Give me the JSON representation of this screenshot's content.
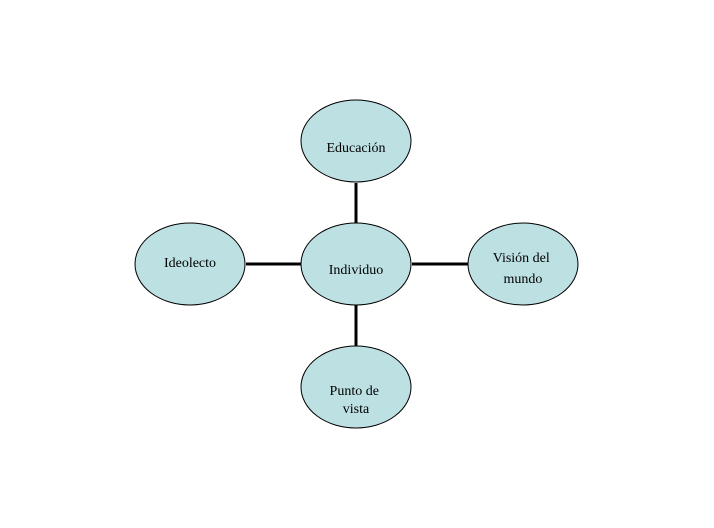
{
  "colors": {
    "node_fill": "#bde0e3",
    "node_stroke": "#000000",
    "connector": "#000000",
    "text": "#000000"
  },
  "nodes": {
    "center": {
      "lines": [
        "Individuo"
      ]
    },
    "top": {
      "lines": [
        "Educación"
      ]
    },
    "left": {
      "lines": [
        "Ideolecto"
      ]
    },
    "right": {
      "lines": [
        "Visión del",
        "mundo"
      ]
    },
    "bottom": {
      "lines": [
        "Punto de",
        "vista"
      ]
    }
  }
}
